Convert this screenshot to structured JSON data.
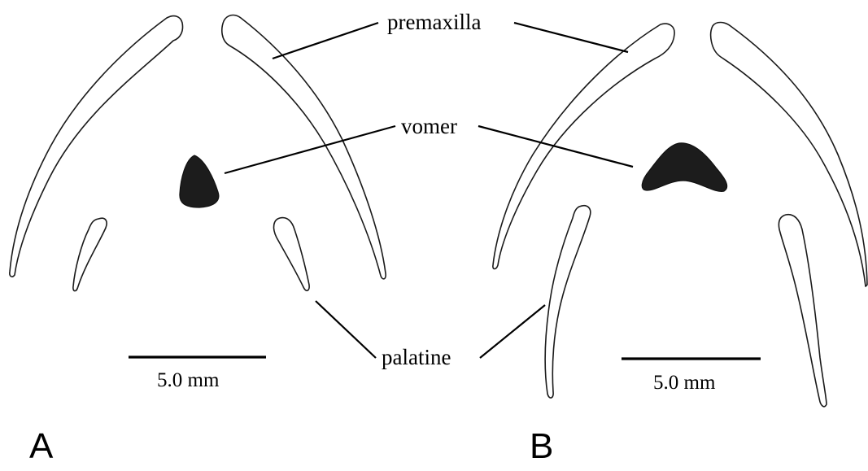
{
  "labels": {
    "premaxilla": "premaxilla",
    "vomer": "vomer",
    "palatine": "palatine"
  },
  "scale_bars": {
    "a": "5.0 mm",
    "b": "5.0 mm"
  },
  "panels": {
    "a": "A",
    "b": "B"
  },
  "colors": {
    "outline": "#1a1a1a",
    "vomer_fill": "#1c1c1c",
    "background": "#ffffff"
  }
}
